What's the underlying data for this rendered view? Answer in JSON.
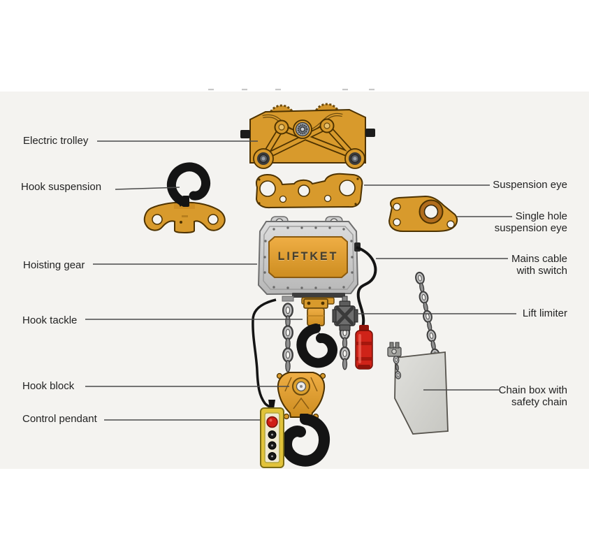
{
  "diagram": {
    "brand_text": "LIFTKET",
    "labels": [
      {
        "id": "electric-trolley",
        "text": "Electric trolley",
        "side": "left"
      },
      {
        "id": "hook-suspension",
        "text": "Hook suspension",
        "side": "left"
      },
      {
        "id": "hoisting-gear",
        "text": "Hoisting gear",
        "side": "left"
      },
      {
        "id": "hook-tackle",
        "text": "Hook tackle",
        "side": "left"
      },
      {
        "id": "hook-block",
        "text": "Hook block",
        "side": "left"
      },
      {
        "id": "control-pendant",
        "text": "Control pendant",
        "side": "left"
      },
      {
        "id": "suspension-eye",
        "text": "Suspension eye",
        "side": "right"
      },
      {
        "id": "single-hole-suspension-eye",
        "text": "Single hole\nsuspension eye",
        "side": "right"
      },
      {
        "id": "mains-cable-with-switch",
        "text": "Mains cable\nwith switch",
        "side": "right"
      },
      {
        "id": "lift-limiter",
        "text": "Lift limiter",
        "side": "right"
      },
      {
        "id": "chain-box-with-safety-chain",
        "text": "Chain box with\nsafety chain",
        "side": "right"
      }
    ],
    "colors": {
      "panel_background": "#f4f3f0",
      "part_orange": "#d89a2c",
      "part_outline": "#4d3200",
      "gear_body_gray": "#cbcbcb",
      "hook_black": "#141414",
      "chain_gray": "#c2c2c2",
      "plug_red": "#cf2318",
      "pendant_yellow": "#e2c33a",
      "leader_line": "#4a4a4a",
      "label_text": "#222222"
    }
  }
}
